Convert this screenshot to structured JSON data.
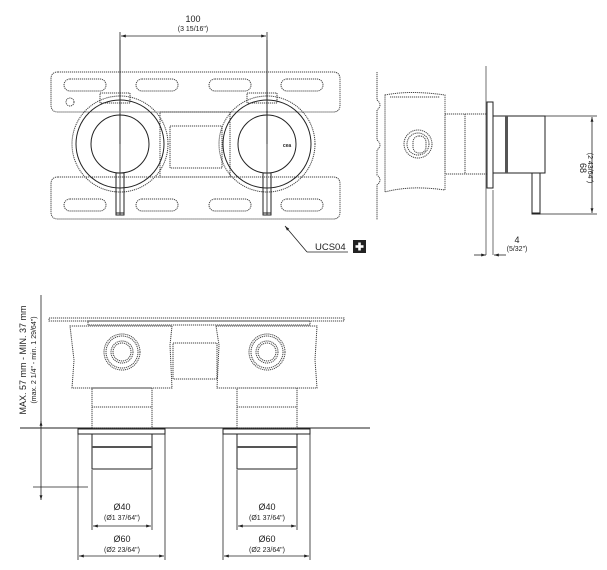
{
  "drawing": {
    "brand_mark": "cea",
    "top_view": {
      "spacing_dim": {
        "value": "100",
        "imperial": "(3 15/16\")"
      },
      "callout": {
        "code": "UCS04",
        "icon": "plus-icon"
      }
    },
    "side_view": {
      "height_dim": {
        "value": "68",
        "imperial": "(2 43/64\")"
      },
      "depth_dim": {
        "value": "4",
        "imperial": "(5/32\")"
      }
    },
    "front_section": {
      "install_depth": {
        "value": "MAX. 57 mm - MIN. 37 mm",
        "imperial": "(max. 2 1/4\" - min. 1 29/64\")"
      },
      "left_unit": {
        "inner_diameter": {
          "value": "Ø40",
          "imperial": "(Ø1 37/64\")"
        },
        "outer_diameter": {
          "value": "Ø60",
          "imperial": "(Ø2 23/64\")"
        }
      },
      "right_unit": {
        "inner_diameter": {
          "value": "Ø40",
          "imperial": "(Ø1 37/64\")"
        },
        "outer_diameter": {
          "value": "Ø60",
          "imperial": "(Ø2 23/64\")"
        }
      }
    }
  }
}
